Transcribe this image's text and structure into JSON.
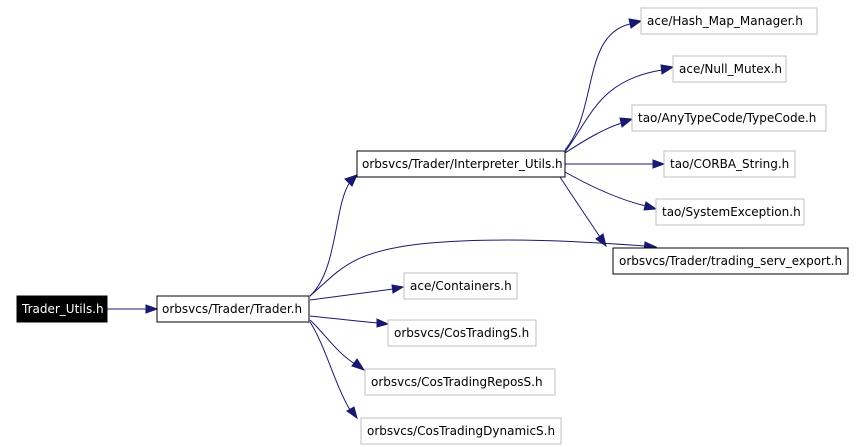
{
  "diagram": {
    "colors": {
      "edge": "#191970",
      "node_border": "#000000",
      "leaf_border": "#bfbfbf",
      "root_fill": "#000000",
      "root_text": "#ffffff"
    },
    "nodes": {
      "root": "Trader_Utils.h",
      "trader": "orbsvcs/Trader/Trader.h",
      "interp": "orbsvcs/Trader/Interpreter_Utils.h",
      "export": "orbsvcs/Trader/trading_serv_export.h",
      "hash": "ace/Hash_Map_Manager.h",
      "nullmutex": "ace/Null_Mutex.h",
      "typecode": "tao/AnyTypeCode/TypeCode.h",
      "corbastr": "tao/CORBA_String.h",
      "sysexc": "tao/SystemException.h",
      "containers": "ace/Containers.h",
      "costrading": "orbsvcs/CosTradingS.h",
      "repos": "orbsvcs/CosTradingReposS.h",
      "dynamic": "orbsvcs/CosTradingDynamicS.h"
    },
    "edges": [
      [
        "root",
        "trader"
      ],
      [
        "trader",
        "interp"
      ],
      [
        "trader",
        "export"
      ],
      [
        "trader",
        "containers"
      ],
      [
        "trader",
        "costrading"
      ],
      [
        "trader",
        "repos"
      ],
      [
        "trader",
        "dynamic"
      ],
      [
        "interp",
        "hash"
      ],
      [
        "interp",
        "nullmutex"
      ],
      [
        "interp",
        "typecode"
      ],
      [
        "interp",
        "corbastr"
      ],
      [
        "interp",
        "sysexc"
      ],
      [
        "interp",
        "export"
      ]
    ]
  }
}
